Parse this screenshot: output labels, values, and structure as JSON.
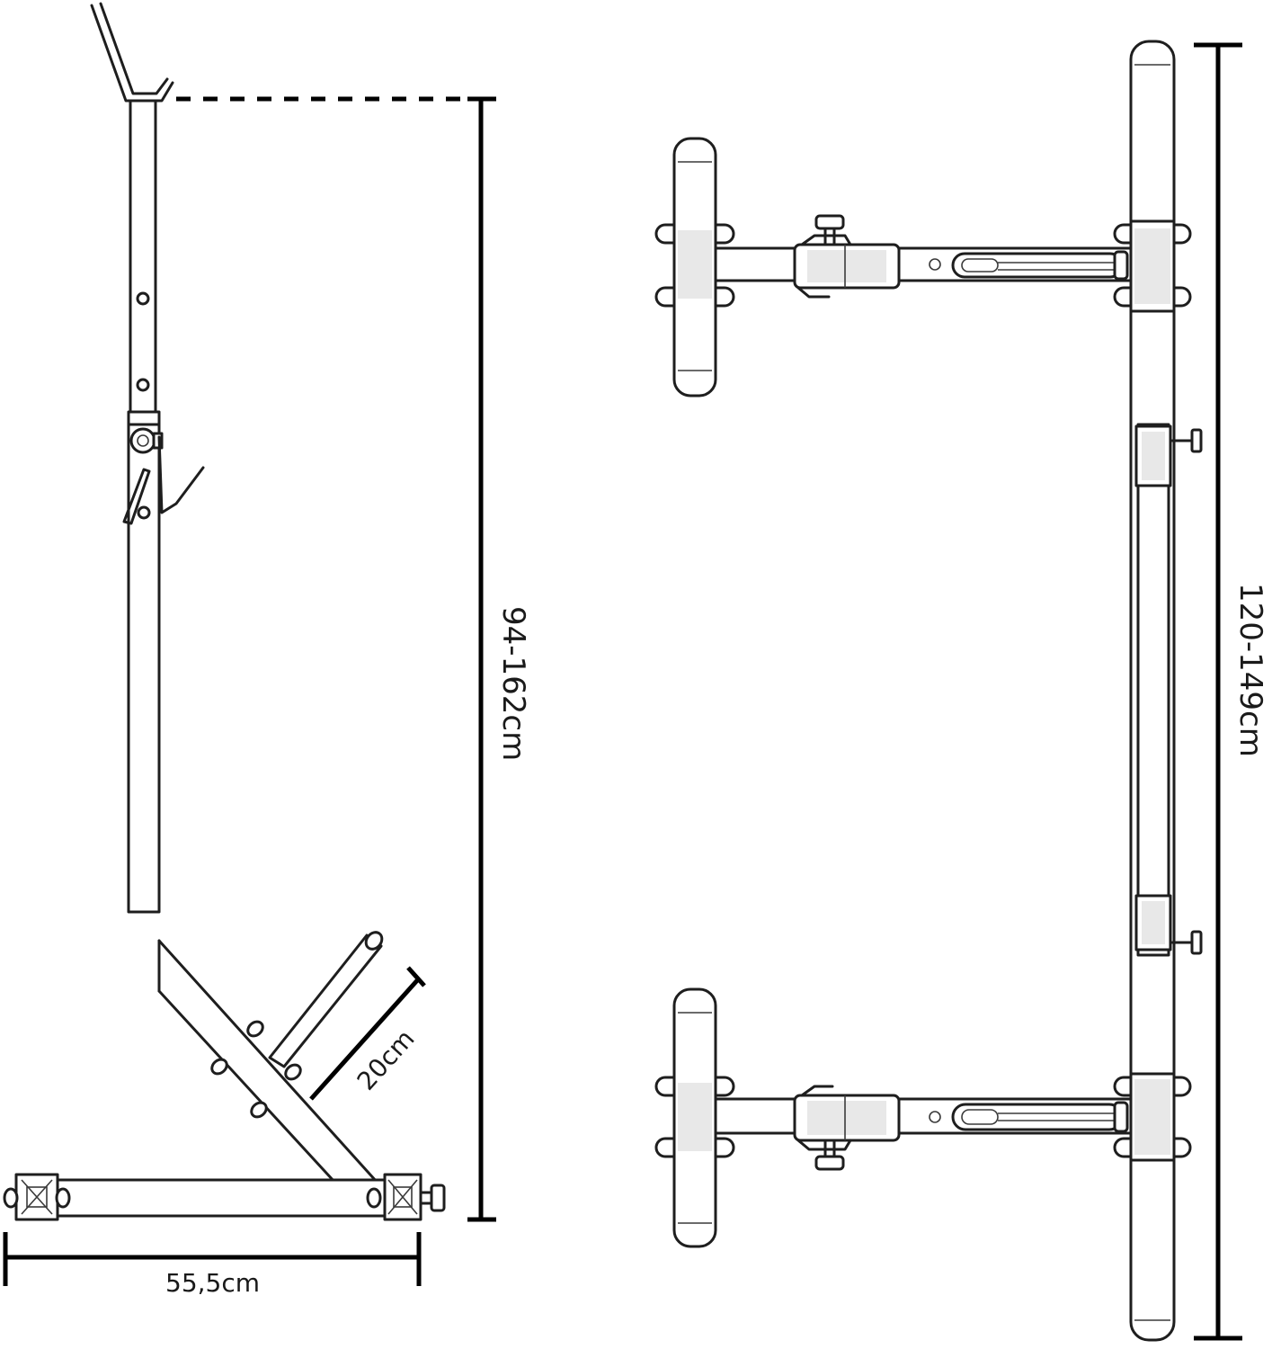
{
  "dimensions": {
    "height": "94-162cm",
    "base_width": "55,5cm",
    "plate_holder": "20cm",
    "bar_width": "120-149cm"
  },
  "colors": {
    "line": "#1e1e1e",
    "dimension": "#000000",
    "background": "#ffffff"
  }
}
